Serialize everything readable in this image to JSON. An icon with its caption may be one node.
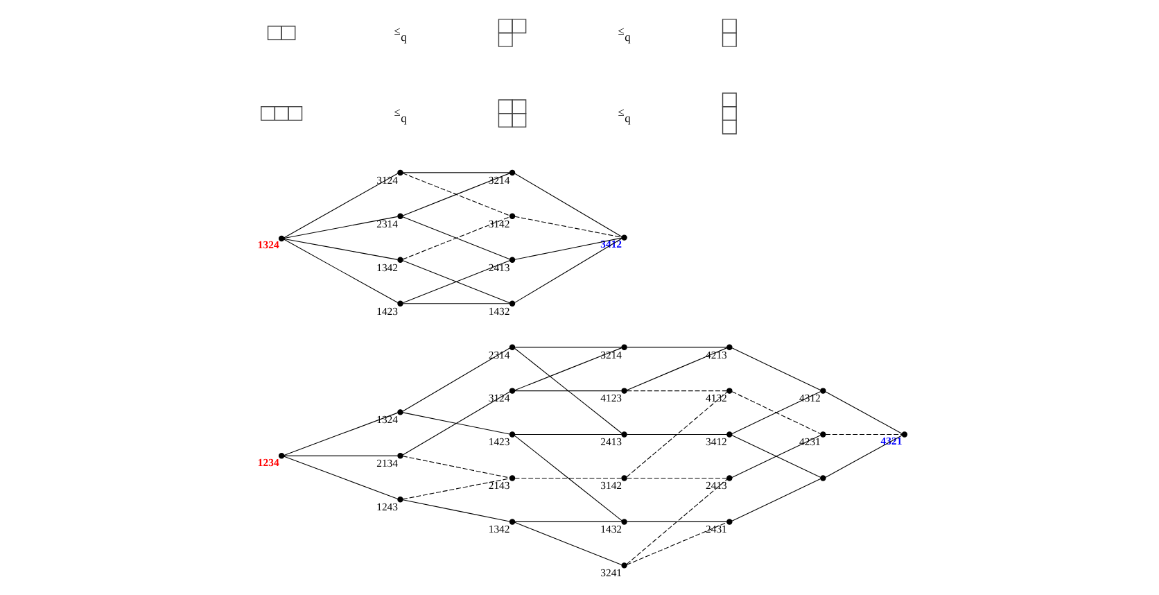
{
  "diagram": {
    "nodes": [
      {
        "text": [
          "3124"
        ]
      },
      {
        "text": [
          "3214"
        ]
      },
      {
        "text": [
          "4123"
        ]
      },
      {
        "text": [
          "4213"
        ]
      },
      {
        "text": [
          "2134"
        ]
      },
      {
        "text": [
          "4132"
        ]
      },
      {
        "text": [
          "4312"
        ]
      },
      {
        "text": [
          "2314"
        ]
      },
      {
        "text": [
          "2143"
        ]
      },
      {
        "text": [
          "3142"
        ]
      },
      {
        "text": [
          "4231"
        ]
      },
      {
        "text": [
          "4321"
        ]
      },
      {
        "text": [
          "1234"
        ]
      },
      {
        "text": [
          "1324"
        ]
      },
      {
        "text": [
          "3412"
        ]
      },
      {
        "text": [
          "2413"
        ]
      },
      {
        "text": [
          "2413"
        ]
      },
      {
        "text": [],
        "shape": "circle"
      },
      {
        "text": [
          "1243"
        ]
      },
      {
        "text": [
          "1423"
        ]
      },
      {
        "text": [
          "3241"
        ]
      },
      {
        "text": [
          "1342"
        ]
      },
      {
        "text": [
          "2431"
        ]
      },
      {
        "text": [
          "1432"
        ]
      },
      {
        "text": [
          "3124"
        ]
      },
      {
        "text": [
          "3214"
        ]
      },
      {
        "text": [
          "2314"
        ]
      },
      {
        "text": [
          "3142"
        ]
      },
      {
        "text": [
          "1324"
        ]
      },
      {
        "text": [
          "3412"
        ]
      },
      {
        "text": [
          "2413"
        ]
      },
      {
        "text": [
          "1423"
        ]
      },
      {
        "text": [
          "1342"
        ]
      },
      {
        "text": [
          "1432"
        ]
      }
    ],
    "edges": [
      {
        "from": 12,
        "to": 4,
        "arrow": "none"
      },
      {
        "from": 12,
        "to": 13,
        "arrow": "none"
      },
      {
        "from": 12,
        "to": 18,
        "arrow": "none"
      },
      {
        "from": 4,
        "to": 0,
        "arrow": "none"
      },
      {
        "from": 4,
        "to": 8,
        "arrow": "none",
        "style": "dashed"
      },
      {
        "from": 18,
        "to": 8,
        "arrow": "none",
        "style": "dashed"
      },
      {
        "from": 13,
        "to": 7,
        "arrow": "none"
      },
      {
        "from": 13,
        "to": 19,
        "arrow": "none"
      },
      {
        "from": 18,
        "to": 21,
        "arrow": "none"
      },
      {
        "from": 0,
        "to": 1,
        "arrow": "none"
      },
      {
        "from": 0,
        "to": 2,
        "arrow": "none"
      },
      {
        "from": 8,
        "to": 9,
        "arrow": "none",
        "style": "dashed"
      },
      {
        "from": 7,
        "to": 1,
        "arrow": "none"
      },
      {
        "from": 7,
        "to": 15,
        "arrow": "none"
      },
      {
        "from": 19,
        "to": 15,
        "arrow": "none"
      },
      {
        "from": 19,
        "to": 23,
        "arrow": "none"
      },
      {
        "from": 21,
        "to": 23,
        "arrow": "none"
      },
      {
        "from": 21,
        "to": 20,
        "arrow": "none"
      },
      {
        "from": 1,
        "to": 3,
        "arrow": "none"
      },
      {
        "from": 2,
        "to": 3,
        "arrow": "none"
      },
      {
        "from": 2,
        "to": 5,
        "arrow": "none",
        "style": "dashed"
      },
      {
        "from": 9,
        "to": 5,
        "arrow": "none",
        "style": "dashed"
      },
      {
        "from": 9,
        "to": 16,
        "arrow": "none",
        "style": "dashed"
      },
      {
        "from": 15,
        "to": 14,
        "arrow": "none"
      },
      {
        "from": 20,
        "to": 16,
        "arrow": "none",
        "style": "dashed"
      },
      {
        "from": 20,
        "to": 22,
        "arrow": "none",
        "style": "dashed"
      },
      {
        "from": 23,
        "to": 22,
        "arrow": "none"
      },
      {
        "from": 3,
        "to": 6,
        "arrow": "none"
      },
      {
        "from": 5,
        "to": 10,
        "arrow": "none",
        "style": "dashed"
      },
      {
        "from": 16,
        "to": 10,
        "arrow": "none"
      },
      {
        "from": 14,
        "to": 6,
        "arrow": "none"
      },
      {
        "from": 14,
        "to": 17,
        "arrow": "none"
      },
      {
        "from": 22,
        "to": 17,
        "arrow": "none"
      },
      {
        "from": 6,
        "to": 11,
        "arrow": "none"
      },
      {
        "from": 10,
        "to": 11,
        "arrow": "none",
        "style": "dashed"
      },
      {
        "from": 17,
        "to": 11,
        "arrow": "none"
      },
      {
        "from": 28,
        "to": 24,
        "arrow": "none"
      },
      {
        "from": 28,
        "to": 26,
        "arrow": "none"
      },
      {
        "from": 28,
        "to": 31,
        "arrow": "none"
      },
      {
        "from": 28,
        "to": 32,
        "arrow": "none"
      },
      {
        "from": 24,
        "to": 25,
        "arrow": "none"
      },
      {
        "from": 26,
        "to": 25,
        "arrow": "none"
      },
      {
        "from": 24,
        "to": 27,
        "arrow": "none",
        "style": "dashed"
      },
      {
        "from": 32,
        "to": 27,
        "arrow": "none",
        "style": "dashed"
      },
      {
        "from": 26,
        "to": 30,
        "arrow": "none"
      },
      {
        "from": 31,
        "to": 30,
        "arrow": "none"
      },
      {
        "from": 31,
        "to": 33,
        "arrow": "none"
      },
      {
        "from": 32,
        "to": 33,
        "arrow": "none"
      },
      {
        "from": 25,
        "to": 29,
        "arrow": "none"
      },
      {
        "from": 27,
        "to": 29,
        "arrow": "none",
        "style": "dashed"
      },
      {
        "from": 30,
        "to": 29,
        "arrow": "none"
      },
      {
        "from": 33,
        "to": 29,
        "arrow": "none"
      }
    ],
    "labels": [
      "≤$_{q}$",
      "≤$_{q}$",
      "≤$_{q}$",
      "≤$_{q}$"
    ]
  }
}
